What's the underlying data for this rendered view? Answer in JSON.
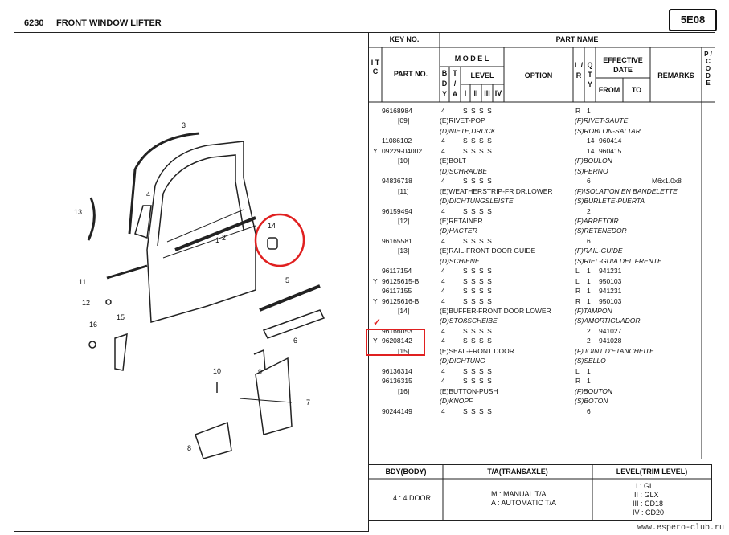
{
  "header": {
    "section_code": "6230",
    "title": "FRONT WINDOW LIFTER",
    "page_code": "5E08"
  },
  "columns": {
    "key_no": "KEY NO.",
    "part_name": "PART NAME",
    "itc": "I T C",
    "part_no": "PART NO.",
    "model": "M O D E L",
    "bdy": "B D Y",
    "ta": "T / A",
    "level": "LEVEL",
    "levels": [
      "I",
      "II",
      "III",
      "IV"
    ],
    "option": "OPTION",
    "lr": "L / R",
    "qty": "Q T Y",
    "effective_date": "EFFECTIVE DATE",
    "from": "FROM",
    "to": "TO",
    "remarks": "REMARKS",
    "pcode": "P / C O D E"
  },
  "rows": [
    {
      "itc": "",
      "part": "96168984",
      "bdy": "4",
      "lv": "S S S S",
      "lr": "R",
      "qty": "1",
      "from": "",
      "rem": ""
    },
    {
      "key": "[09]",
      "e": "(E)RIVET-POP",
      "f": "(F)RIVET-SAUTE"
    },
    {
      "d": "(D)NIETE,DRUCK",
      "s": "(S)ROBLON-SALTAR"
    },
    {
      "itc": "",
      "part": "11086102",
      "bdy": "4",
      "lv": "S S S S",
      "lr": "",
      "qty": "14",
      "from": "960414",
      "rem": ""
    },
    {
      "itc": "Y",
      "part": "09229-04002",
      "bdy": "4",
      "lv": "S S S S",
      "lr": "",
      "qty": "14",
      "from": "960415",
      "rem": ""
    },
    {
      "key": "[10]",
      "e": "(E)BOLT",
      "f": "(F)BOULON"
    },
    {
      "d": "(D)SCHRAUBE",
      "s": "(S)PERNO"
    },
    {
      "itc": "",
      "part": "94836718",
      "bdy": "4",
      "lv": "S S S S",
      "lr": "",
      "qty": "6",
      "from": "",
      "rem": "M6x1.0x8"
    },
    {
      "key": "[11]",
      "e": "(E)WEATHERSTRIP-FR DR,LOWER",
      "f": "(F)ISOLATION EN BANDELETTE"
    },
    {
      "d": "(D)DICHTUNGSLEISTE",
      "s": "(S)BURLETE-PUERTA"
    },
    {
      "itc": "",
      "part": "96159494",
      "bdy": "4",
      "lv": "S S S S",
      "lr": "",
      "qty": "2",
      "from": "",
      "rem": ""
    },
    {
      "key": "[12]",
      "e": "(E)RETAINER",
      "f": "(F)ARRETOIR"
    },
    {
      "d": "(D)HACTER",
      "s": "(S)RETENEDOR"
    },
    {
      "itc": "",
      "part": "96165581",
      "bdy": "4",
      "lv": "S S S S",
      "lr": "",
      "qty": "6",
      "from": "",
      "rem": ""
    },
    {
      "key": "[13]",
      "e": "(E)RAIL-FRONT DOOR GUIDE",
      "f": "(F)RAIL-GUIDE"
    },
    {
      "d": "(D)SCHIENE",
      "s": "(S)RIEL-GUIA DEL FRENTE"
    },
    {
      "itc": "",
      "part": "96117154",
      "bdy": "4",
      "lv": "S S S S",
      "lr": "L",
      "qty": "1",
      "from": "941231",
      "rem": ""
    },
    {
      "itc": "Y",
      "part": "96125615-B",
      "bdy": "4",
      "lv": "S S S S",
      "lr": "L",
      "qty": "1",
      "from": "950103",
      "rem": ""
    },
    {
      "itc": "",
      "part": "96117155",
      "bdy": "4",
      "lv": "S S S S",
      "lr": "R",
      "qty": "1",
      "from": "941231",
      "rem": ""
    },
    {
      "itc": "Y",
      "part": "96125616-B",
      "bdy": "4",
      "lv": "S S S S",
      "lr": "R",
      "qty": "1",
      "from": "950103",
      "rem": ""
    },
    {
      "key": "[14]",
      "e": "(E)BUFFER-FRONT DOOR LOWER",
      "f": "(F)TAMPON"
    },
    {
      "d": "(D)STOßSCHEIBE",
      "s": "(S)AMORTIGUADOR"
    },
    {
      "itc": "",
      "part": "96166053",
      "bdy": "4",
      "lv": "S S S S",
      "lr": "",
      "qty": "2",
      "from": "941027",
      "rem": ""
    },
    {
      "itc": "Y",
      "part": "96208142",
      "bdy": "4",
      "lv": "S S S S",
      "lr": "",
      "qty": "2",
      "from": "941028",
      "rem": ""
    },
    {
      "key": "[15]",
      "e": "(E)SEAL-FRONT DOOR",
      "f": "(F)JOINT D'ETANCHEITE"
    },
    {
      "d": "(D)DICHTUNG",
      "s": "(S)SELLO"
    },
    {
      "itc": "",
      "part": "96136314",
      "bdy": "4",
      "lv": "S S S S",
      "lr": "L",
      "qty": "1",
      "from": "",
      "rem": ""
    },
    {
      "itc": "",
      "part": "96136315",
      "bdy": "4",
      "lv": "S S S S",
      "lr": "R",
      "qty": "1",
      "from": "",
      "rem": ""
    },
    {
      "key": "[16]",
      "e": "(E)BUTTON-PUSH",
      "f": "(F)BOUTON"
    },
    {
      "d": "(D)KNOPF",
      "s": "(S)BOTON"
    },
    {
      "itc": "",
      "part": "90244149",
      "bdy": "4",
      "lv": "S S S S",
      "lr": "",
      "qty": "6",
      "from": "",
      "rem": ""
    }
  ],
  "legend": {
    "bdy_head": "BDY(BODY)",
    "ta_head": "T/A(TRANSAXLE)",
    "level_head": "LEVEL(TRIM LEVEL)",
    "bdy_val": "4 : 4 DOOR",
    "ta_m": "M : MANUAL T/A",
    "ta_a": "A : AUTOMATIC T/A",
    "levels": [
      "I : GL",
      "II : GLX",
      "III : CD18",
      "IV : CD20"
    ]
  },
  "callouts": [
    "1",
    "2",
    "3",
    "4",
    "5",
    "6",
    "7",
    "8",
    "9",
    "10",
    "11",
    "12",
    "13",
    "14",
    "15",
    "16"
  ],
  "watermark": "www.espero-club.ru",
  "highlight_color": "#e02020"
}
